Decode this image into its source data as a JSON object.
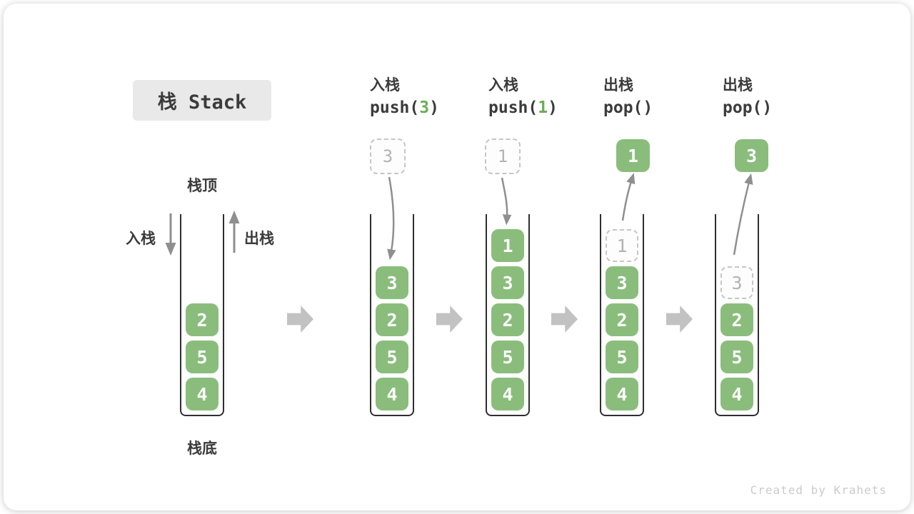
{
  "title": {
    "text": "栈 Stack"
  },
  "side_labels": {
    "top": "栈顶",
    "bottom": "栈底",
    "push_in": "入栈",
    "pop_out": "出栈"
  },
  "operations": [
    {
      "name": "入栈",
      "code_pre": "push(",
      "code_arg": "3",
      "code_post": ")"
    },
    {
      "name": "入栈",
      "code_pre": "push(",
      "code_arg": "1",
      "code_post": ")"
    },
    {
      "name": "出栈",
      "code_pre": "pop()",
      "code_arg": "",
      "code_post": ""
    },
    {
      "name": "出栈",
      "code_pre": "pop()",
      "code_arg": "",
      "code_post": ""
    }
  ],
  "stacks": [
    {
      "blocks": [
        "2",
        "5",
        "4"
      ]
    },
    {
      "incoming": "3",
      "blocks": [
        "3",
        "2",
        "5",
        "4"
      ]
    },
    {
      "incoming": "1",
      "blocks": [
        "1",
        "3",
        "2",
        "5",
        "4"
      ]
    },
    {
      "outgoing": "1",
      "ghost": "1",
      "blocks": [
        "3",
        "2",
        "5",
        "4"
      ]
    },
    {
      "outgoing": "3",
      "ghost": "3",
      "blocks": [
        "2",
        "5",
        "4"
      ]
    }
  ],
  "watermark": "Created by Krahets",
  "colors": {
    "block-green": "#8ABD7C",
    "code-green": "#6BAD58",
    "ink": "#3B3B3B",
    "wall": "#2E2E2E",
    "ghost-border": "#C6C6C6",
    "ghost-text": "#B3B3B3",
    "flow-arrow": "#8F8F8F",
    "stage-arrow": "#C2C2C2",
    "title-bg": "#E9E9E9",
    "watermark-gray": "#CBCBCB"
  }
}
